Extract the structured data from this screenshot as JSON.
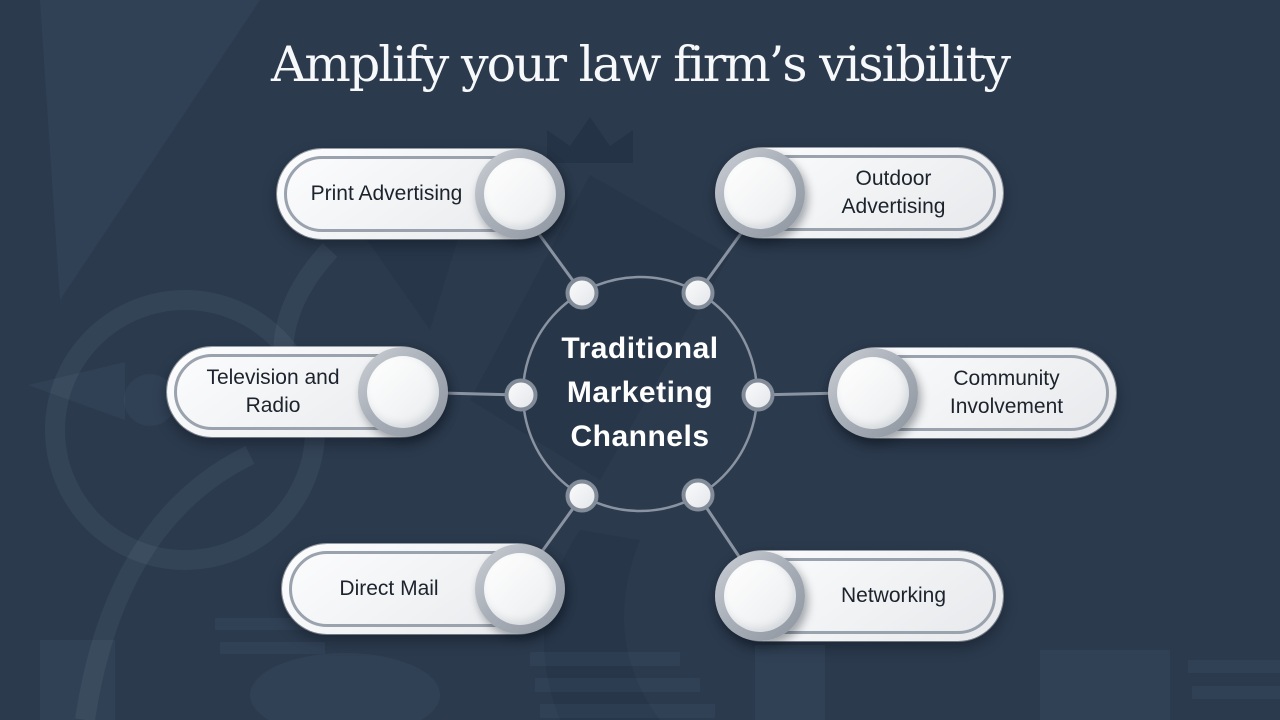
{
  "theme": {
    "background": "#2b3a4d",
    "title_color": "#f6f8fa",
    "connector_color": "#8a93a1",
    "pill_outline_color": "#9aa2ad",
    "pill_label_color": "#1d232d",
    "center_text_color": "#ffffff"
  },
  "title": "Amplify your law firm’s visibility",
  "diagram": {
    "center_label": "Traditional Marketing Channels",
    "items": [
      {
        "label": "Print Advertising"
      },
      {
        "label": "Outdoor Advertising"
      },
      {
        "label": "Television and Radio"
      },
      {
        "label": "Community Involvement"
      },
      {
        "label": "Direct Mail"
      },
      {
        "label": "Networking"
      }
    ]
  }
}
